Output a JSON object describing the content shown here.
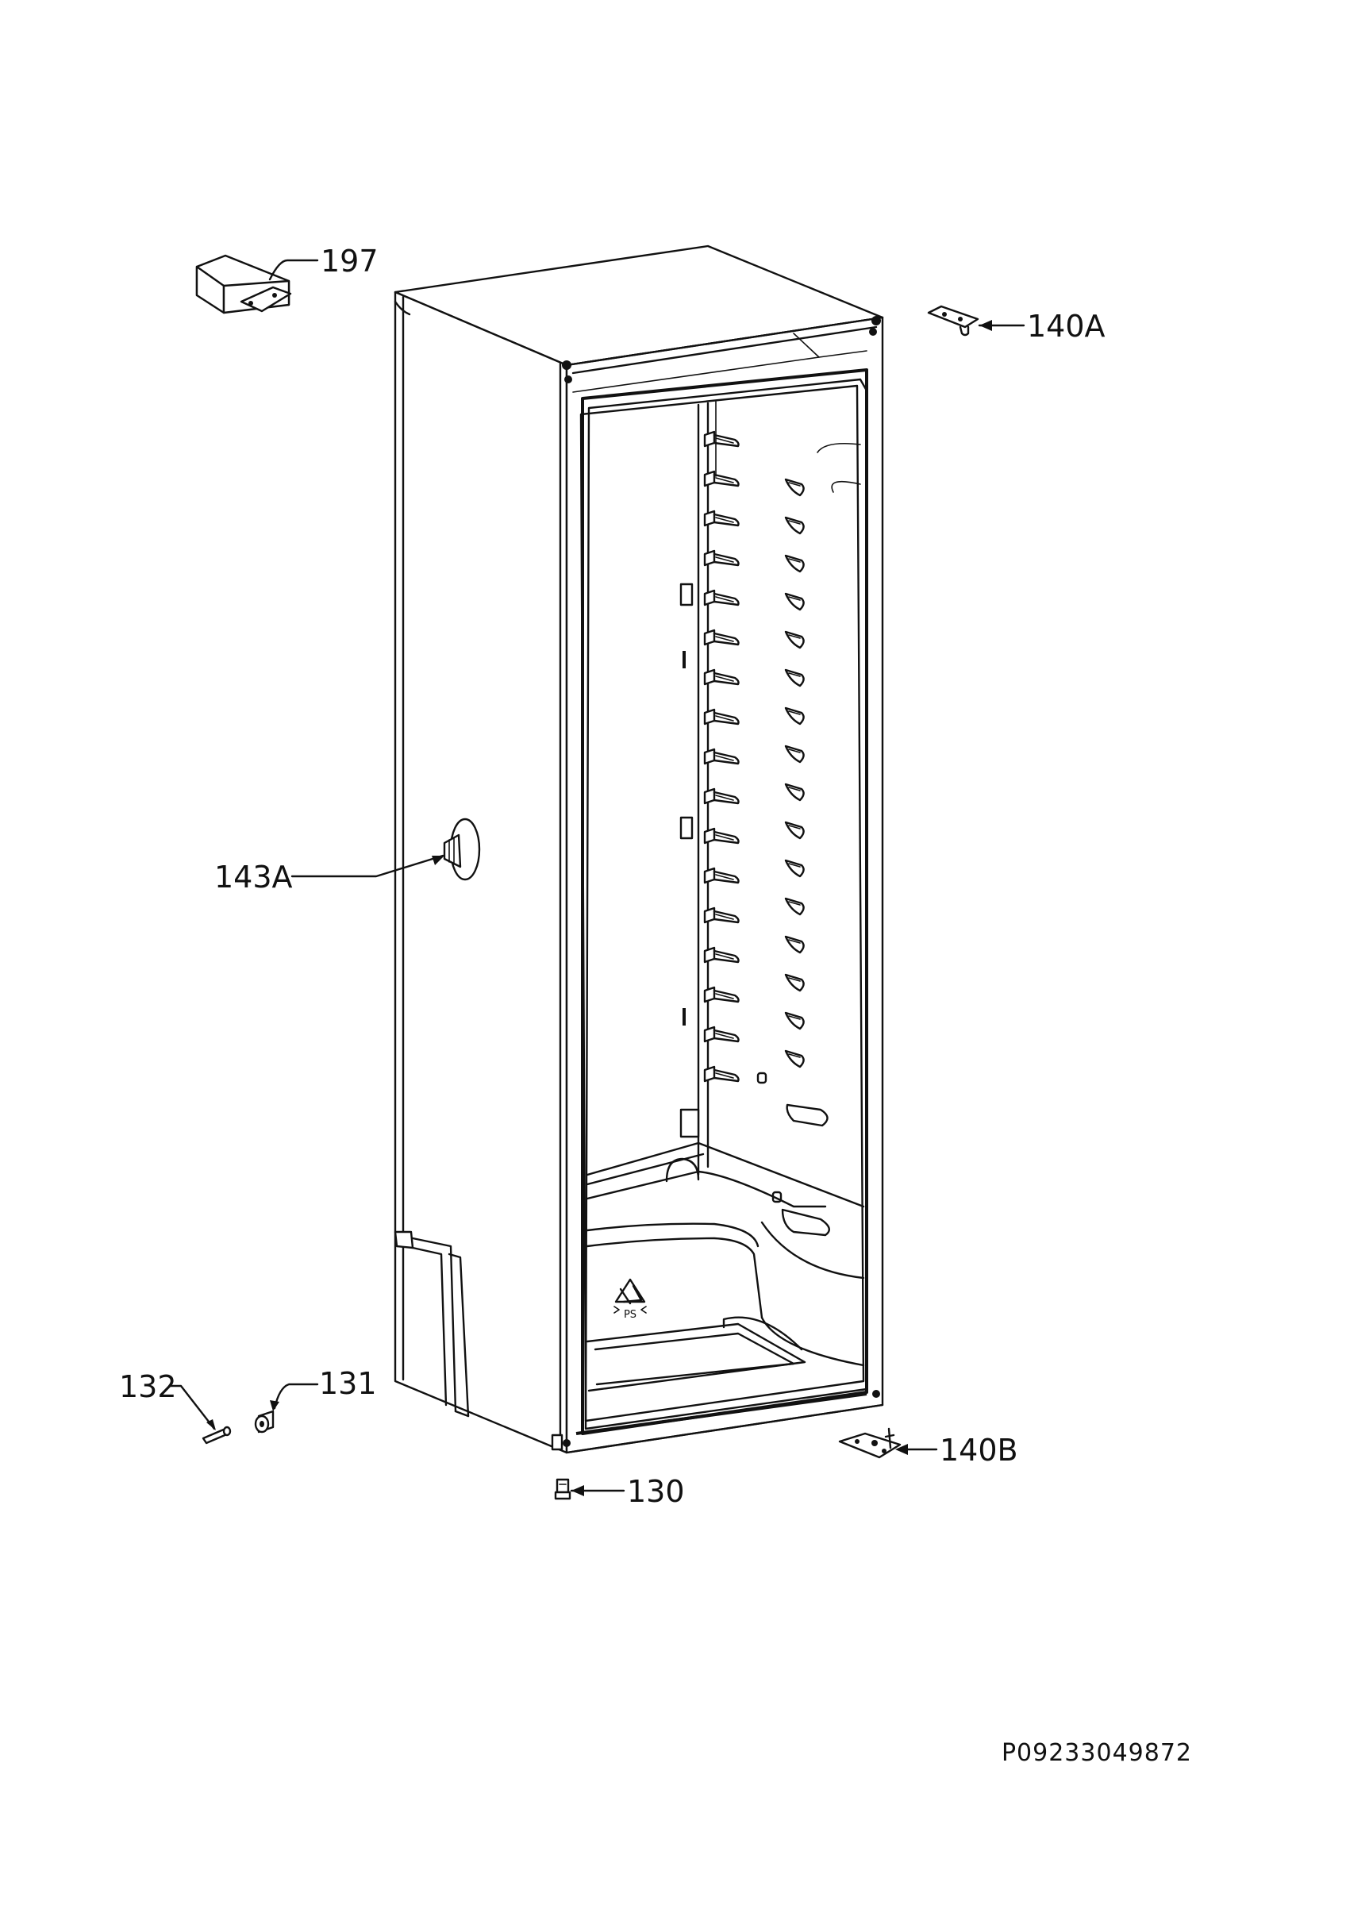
{
  "diagram": {
    "callouts": [
      {
        "id": "197",
        "label": "197"
      },
      {
        "id": "140A",
        "label": "140A"
      },
      {
        "id": "143A",
        "label": "143A"
      },
      {
        "id": "132",
        "label": "132"
      },
      {
        "id": "131",
        "label": "131"
      },
      {
        "id": "140B",
        "label": "140B"
      },
      {
        "id": "130",
        "label": "130"
      }
    ],
    "recycle_mark": "PS",
    "document_number": "P09233049872"
  }
}
